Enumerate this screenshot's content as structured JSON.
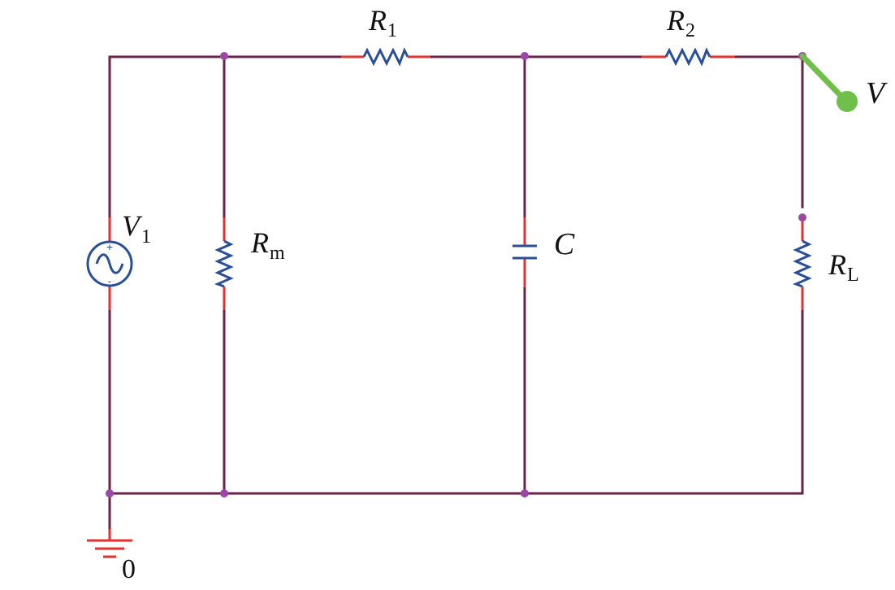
{
  "colors": {
    "wire": "#6b2248",
    "lead": "#e8302e",
    "component": "#2a4f9a",
    "node": "#9b47a8",
    "probe": "#6fbf4a",
    "ground": "#e8302e",
    "text": "#111111"
  },
  "labels": {
    "r1": {
      "main": "R",
      "sub": "1"
    },
    "r2": {
      "main": "R",
      "sub": "2"
    },
    "v1": {
      "main": "V",
      "sub": "1"
    },
    "rm": {
      "main": "R",
      "sub": "m"
    },
    "c": {
      "main": "C"
    },
    "rl": {
      "main": "R",
      "sub": "L"
    },
    "probe": {
      "main": "V"
    },
    "ground": {
      "main": "0"
    }
  },
  "source_polarity": {
    "plus": "+",
    "minus": "-"
  }
}
